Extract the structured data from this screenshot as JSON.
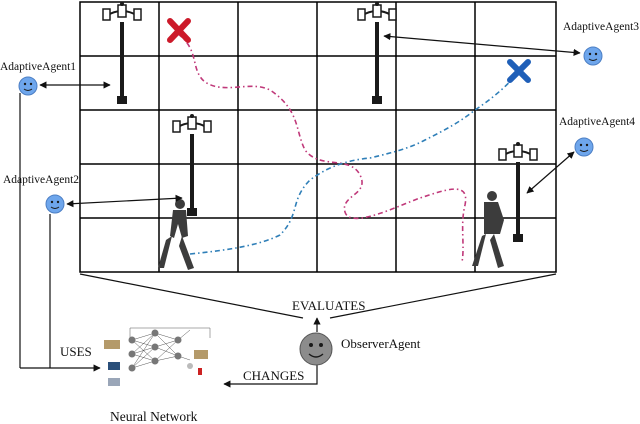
{
  "agents": [
    {
      "id": "agent1",
      "label": "AdaptiveAgent1"
    },
    {
      "id": "agent2",
      "label": "AdaptiveAgent2"
    },
    {
      "id": "agent3",
      "label": "AdaptiveAgent3"
    },
    {
      "id": "agent4",
      "label": "AdaptiveAgent4"
    }
  ],
  "observer": {
    "label": "ObserverAgent"
  },
  "edges": {
    "evaluates": "EVALUATES",
    "changes": "CHANGES",
    "uses": "USES"
  },
  "network": {
    "label": "Neural Network"
  },
  "colors": {
    "grid": "#000000",
    "agent_face": "#6ea6ec",
    "observer_face": "#8c8c8c",
    "goal_red": "#cc1a2a",
    "goal_blue": "#1f5fb8",
    "path_magenta": "#c0397a",
    "path_blue": "#2f7fb8",
    "silhouette": "#3c3c3c",
    "lamp": "#1a1a1a"
  },
  "icons": [
    "street-lamp-icon",
    "pedestrian-icon",
    "cross-goal-icon",
    "smiley-face-icon"
  ]
}
